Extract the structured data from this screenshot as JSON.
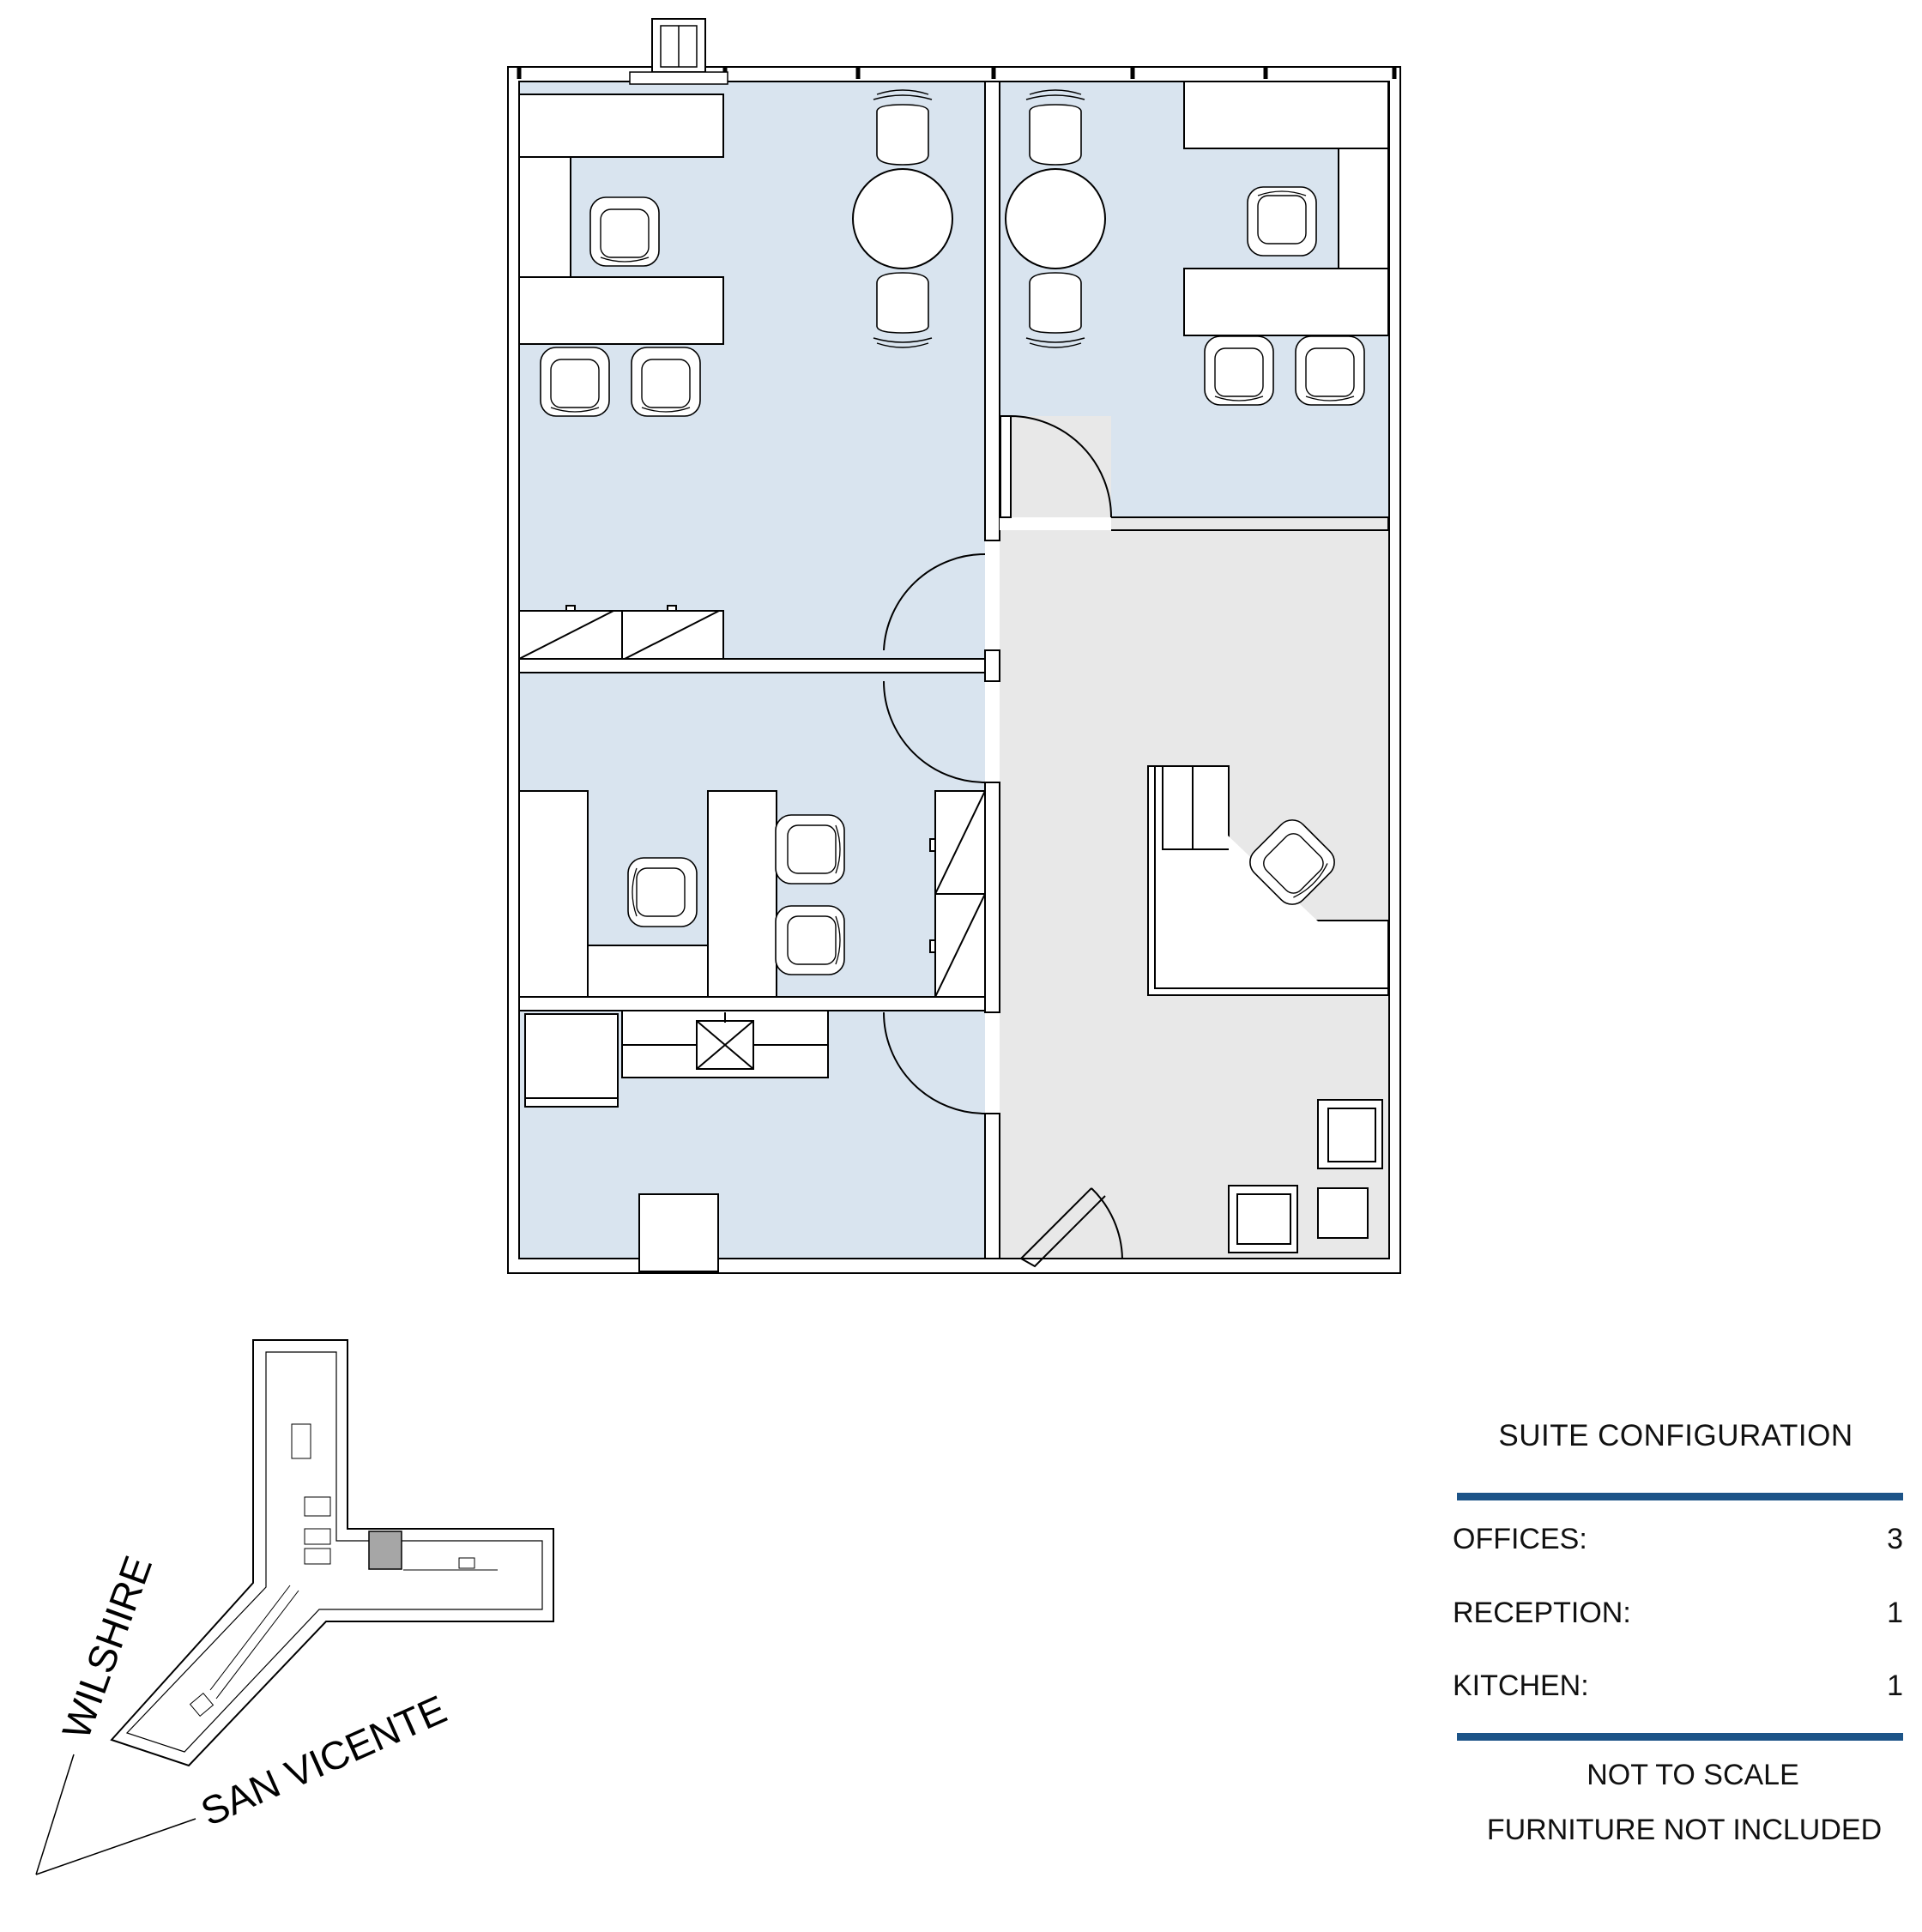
{
  "legend": {
    "title": "SUITE CONFIGURATION",
    "rows": [
      {
        "label": "OFFICES:",
        "value": "3"
      },
      {
        "label": "RECEPTION:",
        "value": "1"
      },
      {
        "label": "KITCHEN:",
        "value": "1"
      }
    ],
    "notes": [
      "NOT TO SCALE",
      "FURNITURE NOT INCLUDED"
    ]
  },
  "streets": {
    "street_1": "WILSHIRE",
    "street_2": "SAN VICENTE"
  },
  "colors": {
    "room_fill": "#d9e4ef",
    "common_fill": "#e8e8e8",
    "highlight_fill": "#a6a6a6",
    "wall": "#000000",
    "legend_rule": "#1d5488"
  }
}
